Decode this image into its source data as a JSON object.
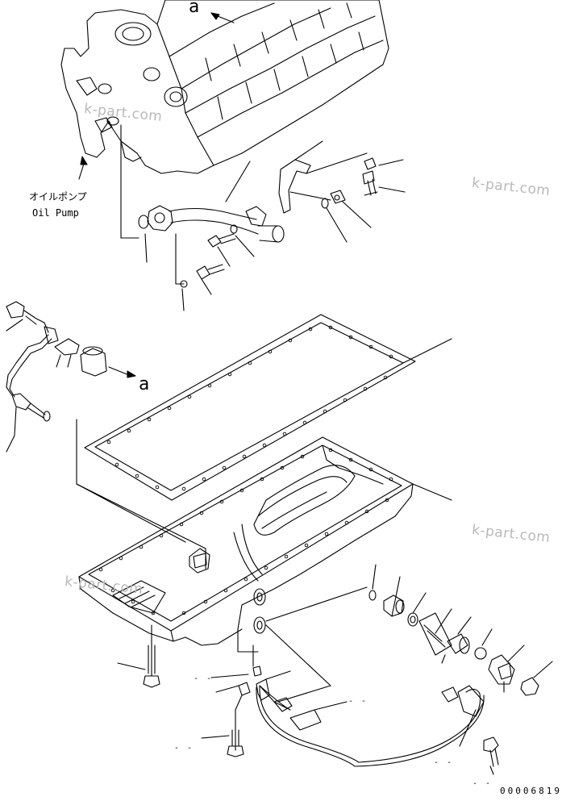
{
  "labels": {
    "ref_a_top": "a",
    "ref_a_mid": "a",
    "oil_pump_jp": "オイルポンプ",
    "oil_pump_en": "Oil Pump",
    "drawing_code": "00006819",
    "placeholder_dash": "- -"
  },
  "watermark": "k-part.com",
  "colors": {
    "line": "#000000",
    "watermark": "#b9b9b9"
  }
}
